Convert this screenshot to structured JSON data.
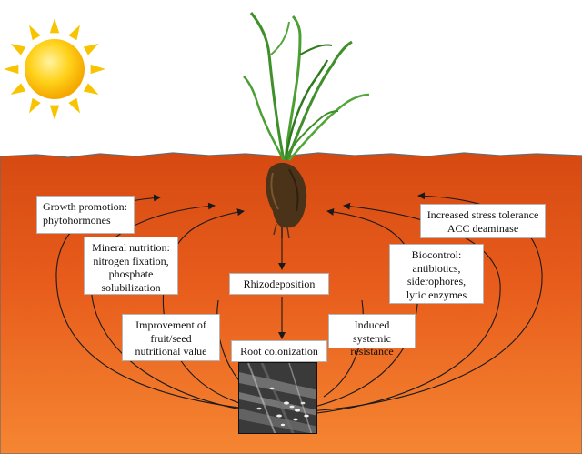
{
  "title": "",
  "boxes": {
    "growth_promotion": [
      "Growth promotion:",
      "phytohormones"
    ],
    "mineral_nutrition": [
      "Mineral nutrition:",
      "nitrogen fixation,",
      "phosphate",
      "solubilization"
    ],
    "improvement": [
      "Improvement of",
      "fruit/seed",
      "nutritional value"
    ],
    "rhizodeposition": [
      "Rhizodeposition"
    ],
    "root_colonization": [
      "Root colonization"
    ],
    "induced_resistance": [
      "Induced systemic",
      "resistance"
    ],
    "stress_tolerance": [
      "Increased stress tolerance",
      "ACC deaminase"
    ],
    "biocontrol": [
      "Biocontrol:",
      "antibiotics,",
      "siderophores,",
      "lytic enzymes"
    ]
  },
  "icons": {
    "sun": "sun-icon",
    "plant": "wheat-plant-icon",
    "micrograph": "bacteria-micrograph-image"
  },
  "colors": {
    "soil_top": "#e2561a",
    "soil_bottom": "#f27d2e",
    "sun_core": "#ffd21a",
    "sun_ray": "#f8c400",
    "plant_green": "#3f8f2a",
    "root_brown": "#4b3319",
    "arrow": "#1a1a1a"
  }
}
